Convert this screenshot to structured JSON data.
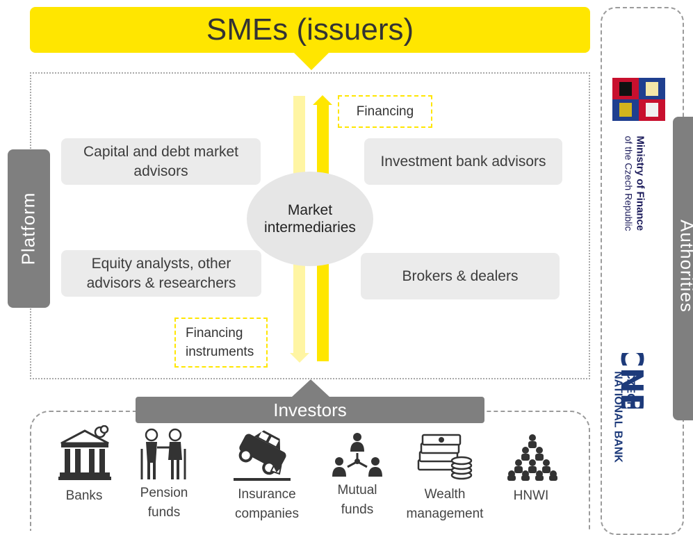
{
  "header": {
    "title": "SMEs (issuers)"
  },
  "platform": {
    "label": "Platform",
    "boxes": {
      "capital": "Capital and debt market advisors",
      "investment_bank": "Investment bank advisors",
      "equity": "Equity analysts, other advisors & researchers",
      "brokers": "Brokers & dealers"
    },
    "center": {
      "line1": "Market",
      "line2": "intermediaries"
    },
    "financing_label": "Financing",
    "instruments_label": {
      "line1": "Financing",
      "line2": "instruments"
    }
  },
  "investors": {
    "label": "Investors",
    "items": [
      {
        "label_lines": [
          "Banks"
        ],
        "icon": "bank-icon"
      },
      {
        "label_lines": [
          "Pension",
          "funds"
        ],
        "icon": "pensioners-icon"
      },
      {
        "label_lines": [
          "Insurance",
          "companies"
        ],
        "icon": "car-crash-icon"
      },
      {
        "label_lines": [
          "Mutual",
          "funds"
        ],
        "icon": "network-people-icon"
      },
      {
        "label_lines": [
          "Wealth",
          "management"
        ],
        "icon": "money-stack-icon"
      },
      {
        "label_lines": [
          "HNWI"
        ],
        "icon": "people-pyramid-icon"
      }
    ]
  },
  "authorities": {
    "label": "Authorities",
    "ministry": {
      "line1": "Ministry of Finance",
      "line2": "of the Czech Republic"
    },
    "cnb": {
      "line1": "CZECH",
      "line2": "NATIONAL BANK",
      "logo_text": "CNB"
    }
  },
  "colors": {
    "yellow": "#ffe600",
    "light_yellow": "#fff5a3",
    "grey_tab": "#7f7f7f",
    "box_fill": "#ebebeb"
  }
}
